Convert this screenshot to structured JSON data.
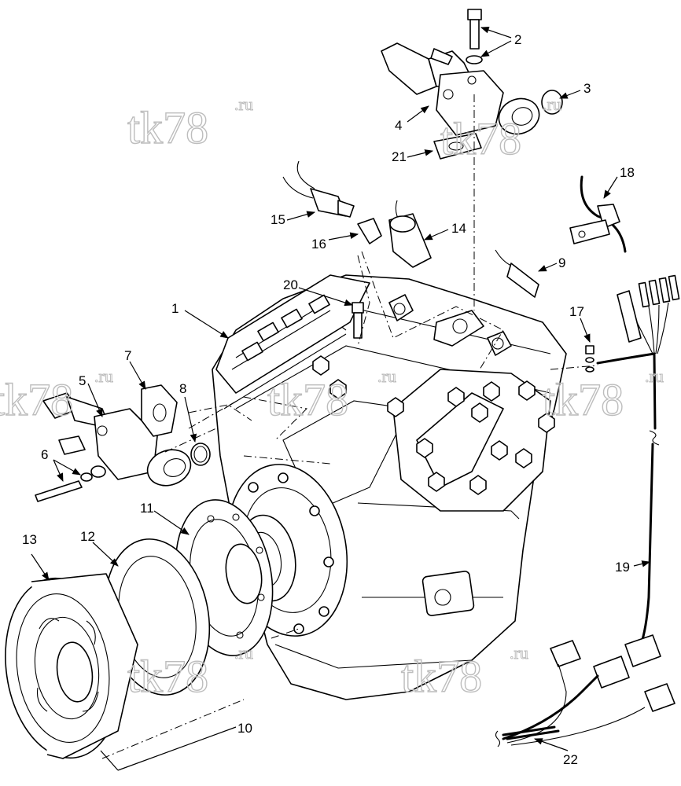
{
  "watermark": {
    "main": "tk78",
    "sup": ".ru"
  },
  "callouts": [
    "1",
    "2",
    "3",
    "4",
    "5",
    "6",
    "7",
    "8",
    "9",
    "10",
    "11",
    "12",
    "13",
    "14",
    "15",
    "16",
    "17",
    "18",
    "19",
    "20",
    "21",
    "22"
  ]
}
